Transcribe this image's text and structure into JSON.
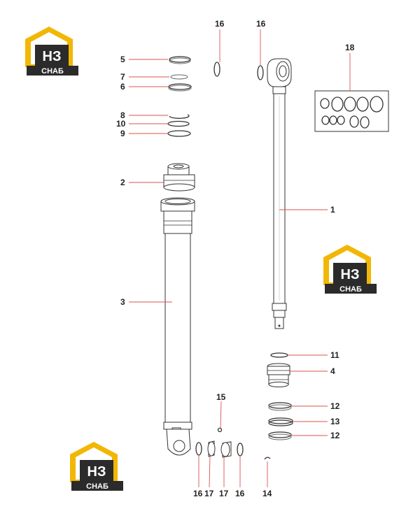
{
  "brand": {
    "mark": "НЗ",
    "name": "СНАБ",
    "colors": {
      "roof": "#f2b705",
      "dark": "#2b2b2b",
      "text": "#ffffff"
    }
  },
  "callouts": {
    "c1": "1",
    "c2": "2",
    "c3": "3",
    "c4": "4",
    "c5": "5",
    "c6": "6",
    "c7": "7",
    "c8": "8",
    "c9": "9",
    "c10": "10",
    "c11": "11",
    "c12a": "12",
    "c12b": "12",
    "c13": "13",
    "c14": "14",
    "c15": "15",
    "c16a": "16",
    "c16b": "16",
    "c16c": "16",
    "c16d": "16",
    "c17a": "17",
    "c17b": "17",
    "c18": "18"
  },
  "colors": {
    "leader": "#d9534f",
    "outline": "#333333"
  }
}
